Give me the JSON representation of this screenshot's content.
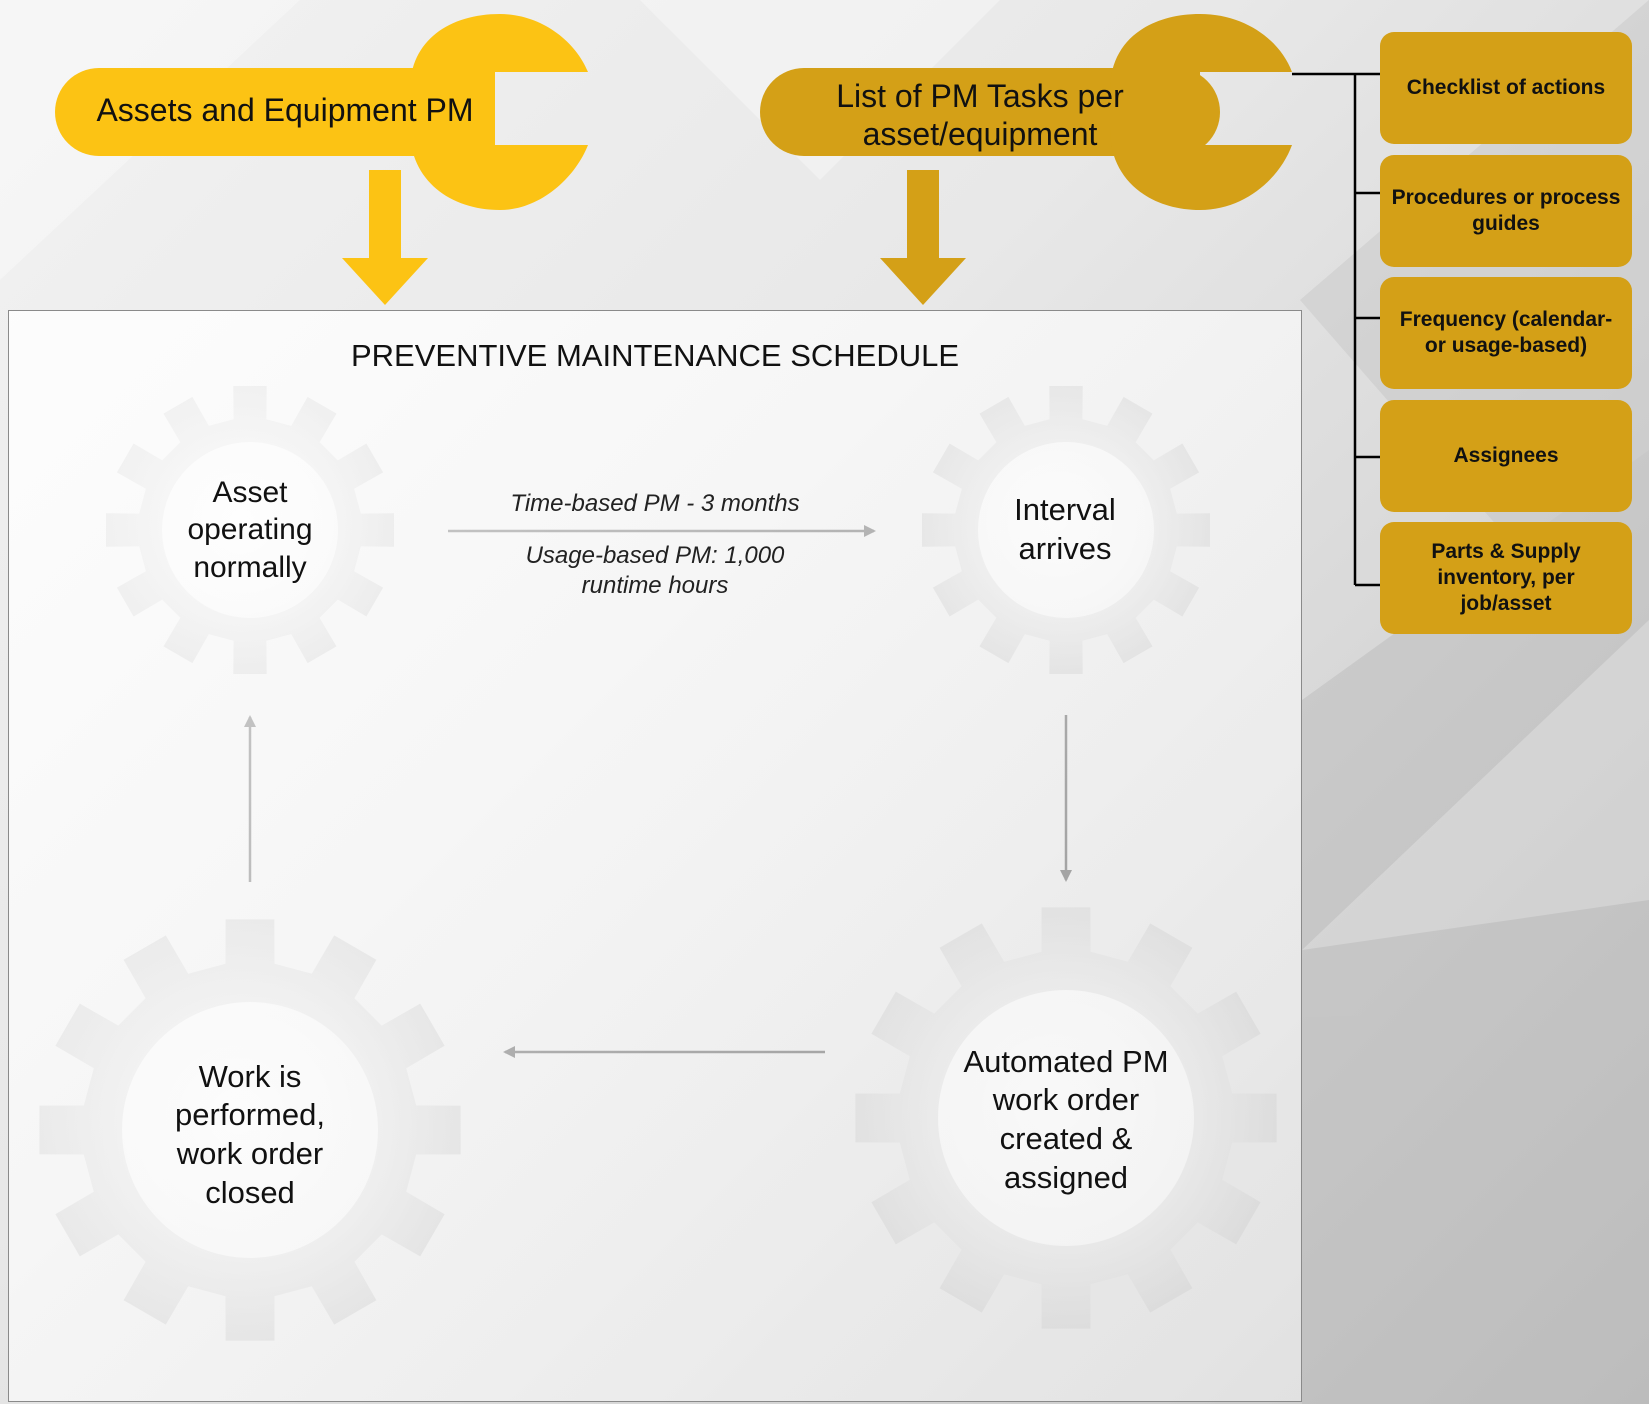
{
  "wrenches": {
    "assets": {
      "label": "Assets and Equipment PM",
      "color": "#FCC314"
    },
    "tasks": {
      "label": "List of PM Tasks per asset/equipment",
      "color": "#D4A017"
    }
  },
  "schedule": {
    "title": "PREVENTIVE MAINTENANCE SCHEDULE"
  },
  "gears": {
    "asset_operating": "Asset operating normally",
    "interval_arrives": "Interval arrives",
    "automated_wo": "Automated PM work order created & assigned",
    "work_performed": "Work is performed, work order closed"
  },
  "edges": {
    "time_based": "Time-based PM - 3 months",
    "usage_based": "Usage-based PM: 1,000 runtime hours"
  },
  "task_components": [
    "Checklist of actions",
    "Procedures or process guides",
    "Frequency (calendar- or usage-based)",
    "Assignees",
    "Parts & Supply inventory, per job/asset"
  ],
  "colors": {
    "gold_light": "#FCC314",
    "gold_dark": "#D4A017",
    "gear_gray": "#C8C8C8"
  }
}
